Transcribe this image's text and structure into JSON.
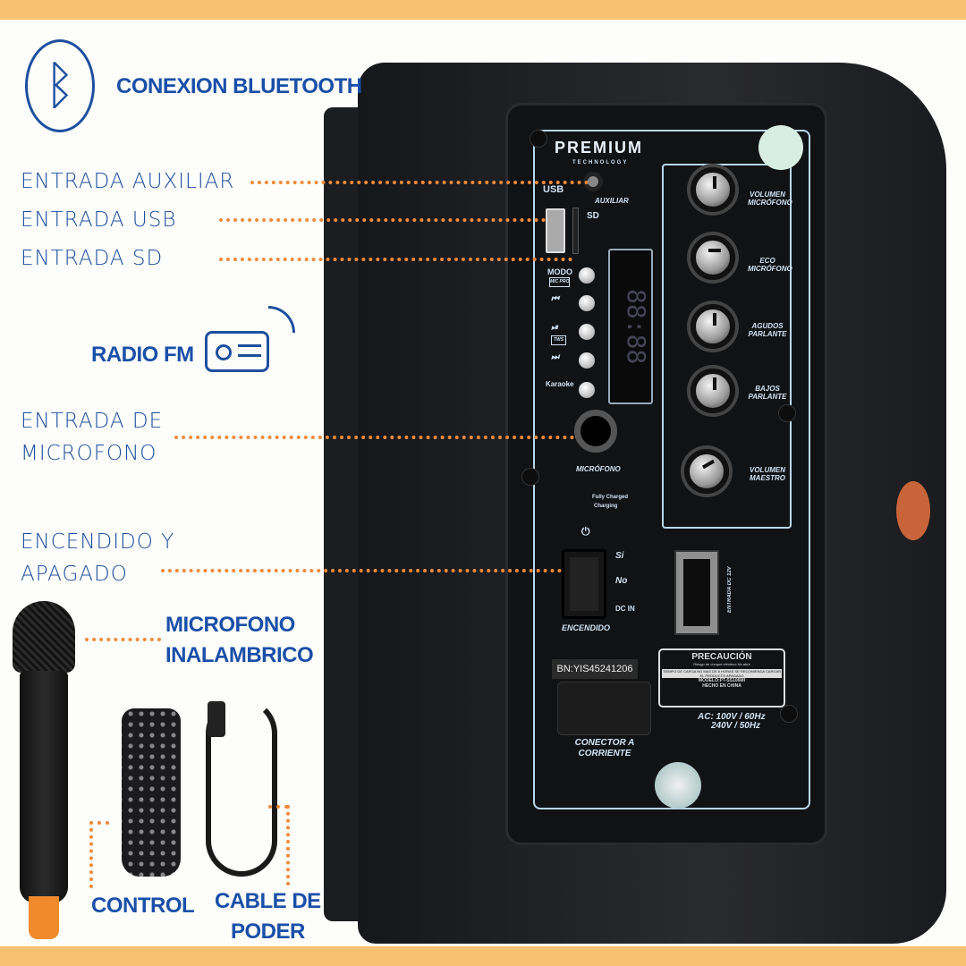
{
  "features": {
    "bluetooth": "CONEXION BLUETOOTH",
    "aux": "ENTRADA AUXILIAR",
    "usb": "ENTRADA USB",
    "sd": "ENTRADA SD",
    "radio": "RADIO FM",
    "mic_in_1": "ENTRADA DE",
    "mic_in_2": "MICROFONO",
    "power_1": "ENCENDIDO Y",
    "power_2": "APAGADO",
    "wireless_1": "MICROFONO",
    "wireless_2": "INALAMBRICO",
    "control": "CONTROL",
    "cable_1": "CABLE DE",
    "cable_2": "PODER"
  },
  "panel": {
    "brand": "PREMIUM",
    "brand_sub": "TECHNOLOGY",
    "usb": "USB",
    "auxiliar": "AUXILIAR",
    "sd": "SD",
    "modo": "MODO",
    "mic_pro": "MIC PRO",
    "tws": "TWS",
    "karaoke": "Karaoke",
    "microfono": "MICRÓFONO",
    "fully_charged": "Fully Charged",
    "charging": "Charging",
    "knobs": [
      "VOLUMEN MICRÓFONO",
      "ECO MICRÓFONO",
      "AGUDOS PARLANTE",
      "BAJOS PARLANTE",
      "VOLUMEN MAESTRO"
    ],
    "si": "Si",
    "no": "No",
    "dc_in": "DC IN",
    "encendido": "ENCENDIDO",
    "entrada_dc": "ENTRADA DC 12V",
    "serial": "BN:YIS45241206",
    "precaucion": "PRECAUCIÓN",
    "riesgo": "Riesgo de choque eléctrico No abrir",
    "tiempo": "TIEMPO DE CARGA NO MAS DE 6 HORAS SE RECOMIENDA CARGAR EL PRODUCTO APAGADO",
    "modelo": "MODELO:PT-SS106MI",
    "hecho": "HECHO EN CHINA",
    "ac1": "AC: 100V / 60Hz",
    "ac2": "240V / 50Hz",
    "conector": "CONECTOR A CORRIENTE"
  },
  "colors": {
    "accent": "#f8c172",
    "label": "#1d4f9e",
    "dots": "#f08a3a"
  }
}
